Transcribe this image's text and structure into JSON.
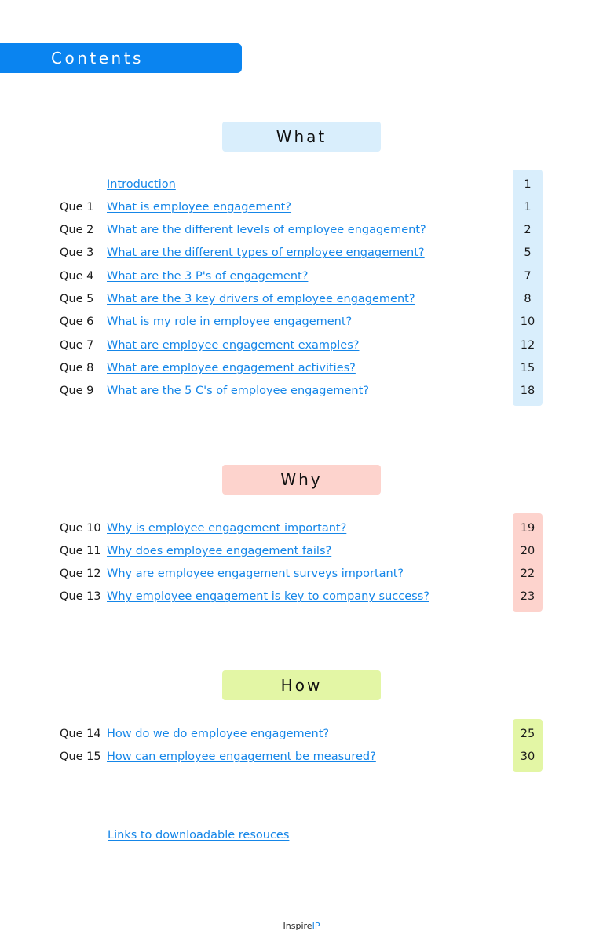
{
  "banner": {
    "title": "Contents",
    "color": "#0a84f0"
  },
  "sections": [
    {
      "heading": "What",
      "color": "#d9eefc",
      "items": [
        {
          "que": "",
          "title": "Introduction",
          "page": "1"
        },
        {
          "que": "Que 1",
          "title": "What is employee engagement?",
          "page": "1"
        },
        {
          "que": "Que 2",
          "title": "What are the different levels of employee engagement?",
          "page": "2"
        },
        {
          "que": "Que 3",
          "title": "What are the different types of employee engagement?",
          "page": "5"
        },
        {
          "que": "Que 4",
          "title": "What are the 3 P's of engagement?",
          "page": "7"
        },
        {
          "que": "Que 5",
          "title": "What are the 3 key drivers of employee engagement?",
          "page": "8"
        },
        {
          "que": "Que 6",
          "title": "What is my role in employee engagement?",
          "page": "10"
        },
        {
          "que": "Que 7",
          "title": "What are employee engagement examples?",
          "page": "12"
        },
        {
          "que": "Que 8",
          "title": "What are employee engagement activities?",
          "page": "15"
        },
        {
          "que": "Que 9",
          "title": "What are the 5 C's of employee engagement?",
          "page": "18"
        }
      ]
    },
    {
      "heading": "Why",
      "color": "#fdd3cd",
      "items": [
        {
          "que": "Que 10",
          "title": "Why is employee engagement important?",
          "page": "19"
        },
        {
          "que": "Que 11",
          "title": "Why does employee engagement fails?",
          "page": "20"
        },
        {
          "que": "Que 12",
          "title": "Why are employee engagement surveys important?",
          "page": "22"
        },
        {
          "que": "Que 13",
          "title": "Why employee engagement is key to company success?",
          "page": "23"
        }
      ]
    },
    {
      "heading": "How",
      "color": "#e3f6a5",
      "items": [
        {
          "que": "Que 14",
          "title": "How do we do employee engagement?",
          "page": "25"
        },
        {
          "que": "Que 15",
          "title": "How can employee engagement be measured?",
          "page": "30"
        }
      ]
    }
  ],
  "resources_link": "Links to downloadable resouces",
  "footer": {
    "brand_a": "Inspire",
    "brand_b": "IP"
  }
}
